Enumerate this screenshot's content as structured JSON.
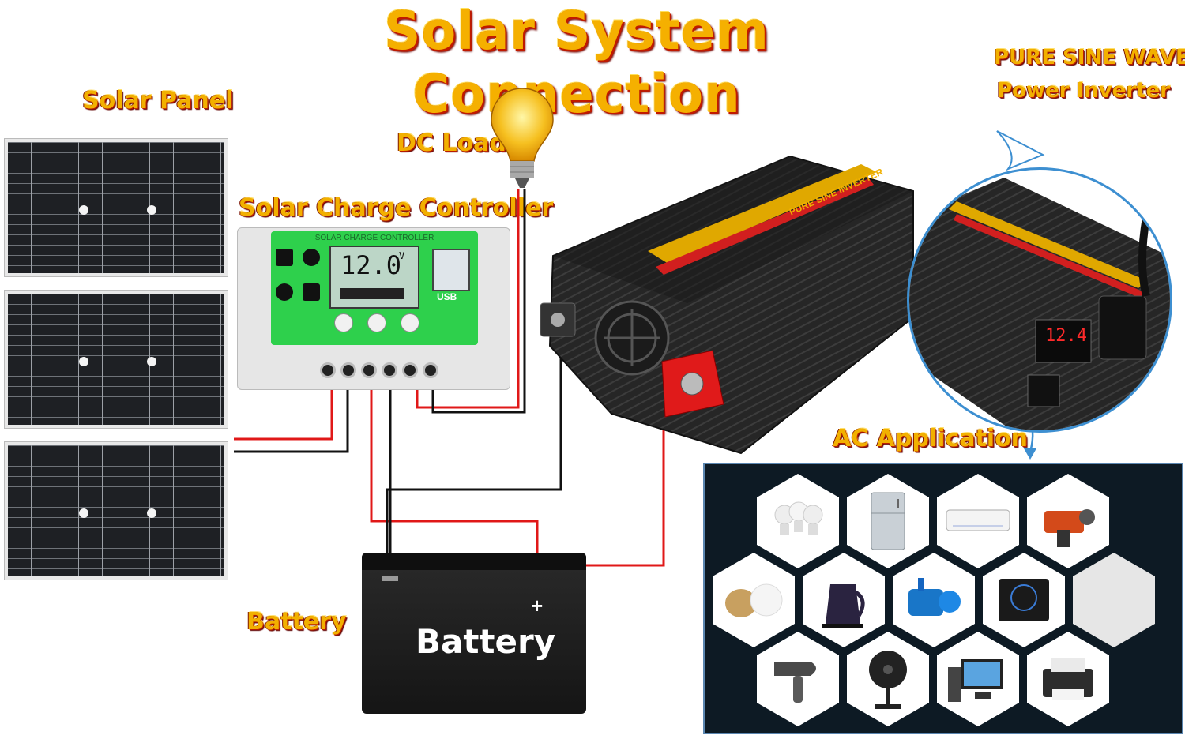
{
  "title": "Solar System Connection",
  "labels": {
    "solar_panel": "Solar Panel",
    "dc_load": "DC Load",
    "controller": "Solar Charge Controller",
    "inverter_line1": "PURE SINE WAVE",
    "inverter_line2": "Power Inverter",
    "ac_application": "AC Application",
    "battery": "Battery"
  },
  "controller_face": {
    "header": "SOLAR CHARGE CONTROLLER",
    "lcd_value": "12.0",
    "lcd_unit": "V",
    "usb": "USB"
  },
  "battery_face": {
    "text": "Battery",
    "plus": "+"
  },
  "inverter_face": {
    "brand": "PURE SINE INVERTER",
    "zoom_display": "12.4"
  },
  "appliances": [
    "light-bulbs-icon",
    "refrigerator-icon",
    "air-conditioner-icon",
    "power-tool-icon",
    "rice-cooker-icon",
    "kettle-icon",
    "water-pump-icon",
    "induction-cooker-icon",
    "blank-tile-icon",
    "hair-dryer-icon",
    "fan-icon",
    "computer-icon",
    "printer-icon"
  ],
  "colors": {
    "title": "#f5b000",
    "wire_red": "#e01818",
    "wire_black": "#111111",
    "controller_green": "#2ed04c",
    "ac_border": "#5b86b0"
  }
}
